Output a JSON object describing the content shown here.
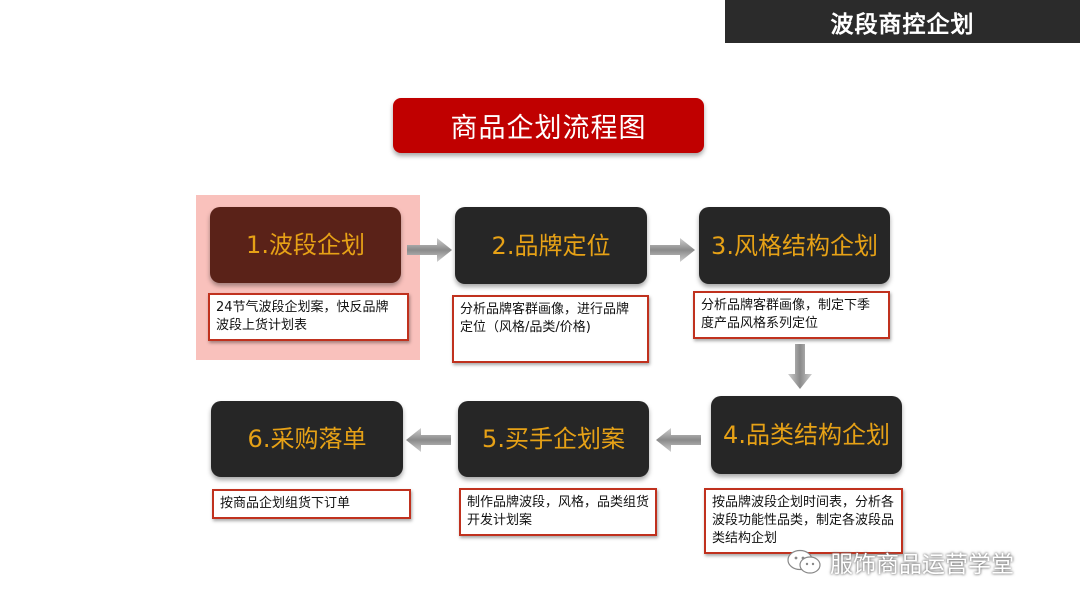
{
  "header": {
    "title": "波段商控企划"
  },
  "flowchart": {
    "title": "商品企划流程图",
    "steps": [
      {
        "label": "1.波段企划",
        "desc": "24节气波段企划案，快反品牌波段上货计划表"
      },
      {
        "label": "2.品牌定位",
        "desc": "分析品牌客群画像，进行品牌定位（风格/品类/价格)"
      },
      {
        "label": "3.风格结构企划",
        "desc": "分析品牌客群画像，制定下季度产品风格系列定位"
      },
      {
        "label": "4.品类结构企划",
        "desc": "按品牌波段企划时间表，分析各波段功能性品类，制定各波段品类结构企划"
      },
      {
        "label": "5.买手企划案",
        "desc": "制作品牌波段，风格，品类组货开发计划案"
      },
      {
        "label": "6.采购落单",
        "desc": "按商品企划组货下订单"
      }
    ]
  },
  "watermark": {
    "text": "服饰商品运营学堂",
    "icon": "wechat-icon"
  },
  "colors": {
    "header_bg": "#2b2b2b",
    "title_red": "#c00000",
    "step_bg": "#262626",
    "step_active_bg": "#5a2218",
    "step_text": "#e6a116",
    "desc_border": "#c0311e",
    "highlight": "#f8b6b0"
  }
}
